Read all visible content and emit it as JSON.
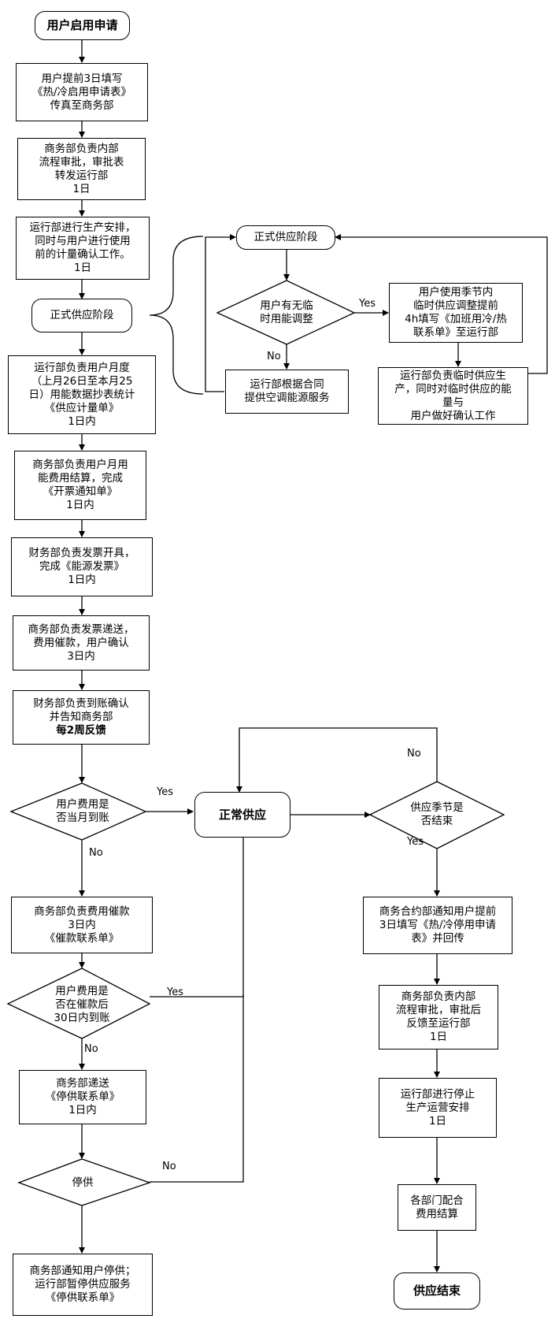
{
  "nodes": {
    "start": "用户启用申请",
    "s1": "用户提前3日填写\n《热/冷启用申请表》\n传真至商务部",
    "s2": "商务部负责内部\n流程审批，审批表\n转发运行部\n1日",
    "s3": "运行部进行生产安排，\n同时与用户进行使用\n前的计量确认工作。\n1日",
    "s4": "正式供应阶段",
    "s5": "运行部负责用户月度\n（上月26日至本月25\n日）用能数据抄表统计\n《供应计量单》\n1日内",
    "s6": "商务部负责用户月用\n能费用结算，完成\n《开票通知单》\n1日内",
    "s7": "财务部负责发票开具，\n完成《能源发票》\n1日内",
    "s8": "商务部负责发票递送，\n费用催款，用户确认\n3日内",
    "s9_a": "财务部负责到账确认\n并告知商务部",
    "s9_b": "每2周反馈",
    "d1": "用户费用是\n否当月到账",
    "s10": "商务部负责费用催款\n3日内\n《催款联系单》",
    "d2": "用户费用是\n否在催款后\n30日内到账",
    "s11": "商务部递送\n《停供联系单》\n1日内",
    "d3": "停供",
    "s12": "商务部通知用户停供；\n运行部暂停供应服务\n《停供联系单》",
    "normal": "正常供应",
    "d4": "供应季节是\n否结束",
    "r1": "商务合约部通知用户提前\n3日填写《热/冷停用申请\n表》并回传",
    "r2": "商务部负责内部\n流程审批，审批后\n反馈至运行部\n1日",
    "r3": "运行部进行停止\n生产运营安排\n1日",
    "r4": "各部门配合\n费用结算",
    "end": "供应结束",
    "p1": "正式供应阶段",
    "pd": "用户有无临\n时用能调整",
    "p2": "用户使用季节内\n临时供应调整提前\n4h填写《加班用冷/热\n联系单》至运行部",
    "p3": "运行部负责临时供应生\n产，同时对临时供应的能\n量与\n用户做好确认工作",
    "p4": "运行部根据合同\n提供空调能源服务"
  },
  "labels": {
    "yes": "Yes",
    "no": "No"
  }
}
